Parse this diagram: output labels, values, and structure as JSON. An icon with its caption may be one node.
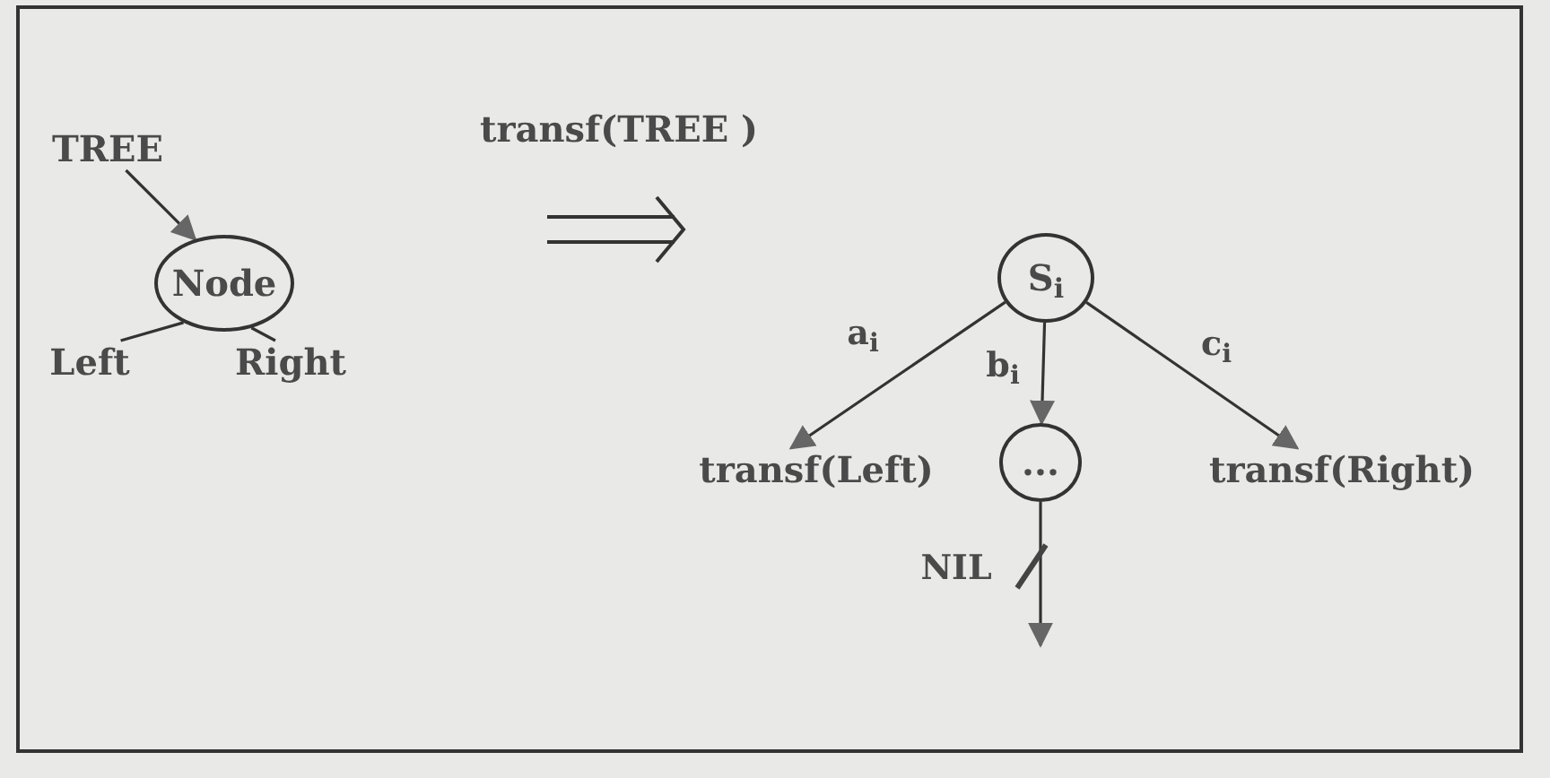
{
  "diagram": {
    "nodes": [
      {
        "text": [
          "TREE"
        ]
      },
      {
        "text": [
          "Node"
        ]
      },
      {
        "text": [
          "Left"
        ]
      },
      {
        "text": [
          "Right"
        ]
      },
      {
        "text": [
          "S$_{i}$"
        ]
      },
      {
        "text": [
          "transf(Left)"
        ]
      },
      {
        "text": [
          "..."
        ]
      },
      {
        "text": [
          "transf(Right)"
        ]
      }
    ],
    "edges": [
      {
        "from": 0,
        "to": 1,
        "arrow": "to"
      },
      {
        "from": 1,
        "to": 2,
        "arrow": "none"
      },
      {
        "from": 1,
        "to": 3,
        "arrow": "none"
      },
      {
        "from": 4,
        "to": 5,
        "arrow": "to",
        "label": "a$_{i}$"
      },
      {
        "from": 4,
        "to": 6,
        "arrow": "to",
        "label": "b$_{i}$"
      },
      {
        "from": 4,
        "to": 7,
        "arrow": "to",
        "label": "c$_{i}$"
      },
      {
        "from": 6,
        "to": null,
        "arrow": "to",
        "label": "NIL"
      }
    ],
    "labels": [
      "transf(TREE )"
    ]
  }
}
